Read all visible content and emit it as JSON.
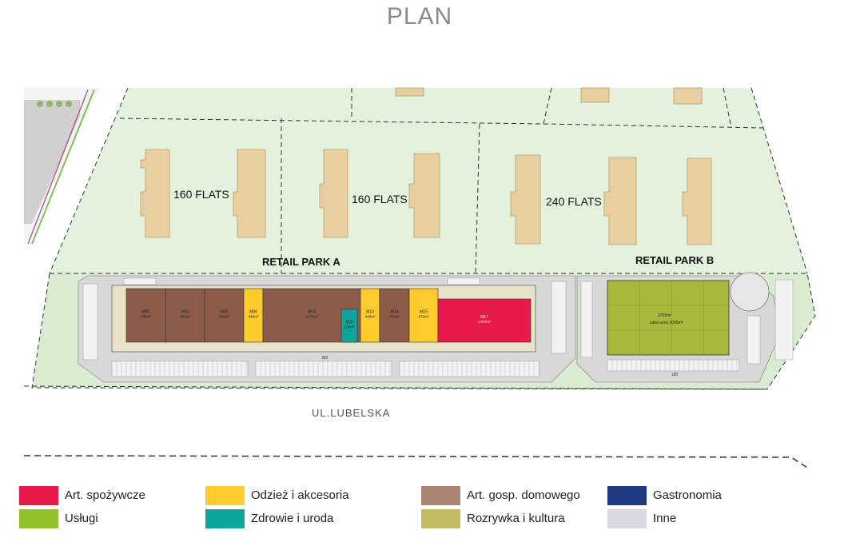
{
  "title": "PLAN",
  "flats": {
    "a": "160 FLATS",
    "b": "160 FLATS",
    "c": "240 FLATS"
  },
  "retail_park_a": "RETAIL PARK A",
  "retail_park_b": "RETAIL PARK B",
  "units": [
    {
      "id": "M01",
      "area": "896m²",
      "category": "Art. gosp. domowego"
    },
    {
      "id": "M03",
      "area": "896m²",
      "category": "Art. gosp. domowego"
    },
    {
      "id": "M05",
      "area": "896m²",
      "category": "Art. gosp. domowego"
    },
    {
      "id": "M06",
      "area": "448m²",
      "category": "Odzież i akcesoria"
    },
    {
      "id": "M09",
      "area": "1970m²",
      "category": "Art. gosp. domowego"
    },
    {
      "id": "B03",
      "area": "270m²",
      "category": "Zdrowie i uroda"
    },
    {
      "id": "M13",
      "area": "448m²",
      "category": "Odzież i akcesoria"
    },
    {
      "id": "M14",
      "area": "672m²",
      "category": "Art. gosp. domowego"
    },
    {
      "id": "M15",
      "area": "672m²",
      "category": "Odzież i akcesoria"
    },
    {
      "id": "M17",
      "area": "1767m²",
      "category": "Art. spożywcze"
    }
  ],
  "unit_b": {
    "area": "3705m²",
    "sales": "sales area 3000m²",
    "category": "Usługi"
  },
  "dimension_a": "382",
  "dimension_b": "180",
  "street": "UL.LUBELSKA",
  "legend": [
    {
      "label": "Art. spożywcze",
      "color": "#e8194b"
    },
    {
      "label": "Usługi",
      "color": "#95bf2b"
    },
    {
      "label": "Odzież i akcesoria",
      "color": "#fdcb2c"
    },
    {
      "label": "Zdrowie i uroda",
      "color": "#0ea59a"
    },
    {
      "label": "Art. gosp. domowego",
      "color": "#a88372"
    },
    {
      "label": "Rozrywka i kultura",
      "color": "#c1bb62"
    },
    {
      "label": "Gastronomia",
      "color": "#1f3983"
    },
    {
      "label": "Inne",
      "color": "#d9d9e1"
    }
  ],
  "colors": {
    "grass": "#e2f2dc",
    "building": "#e8cfa0",
    "parking": "#d8d8d8",
    "store_brown": "#8c5b4a",
    "store_yellow": "#fdcb2c",
    "store_teal": "#0ea59a",
    "store_red": "#e8194b",
    "store_olive": "#a9b83a"
  }
}
